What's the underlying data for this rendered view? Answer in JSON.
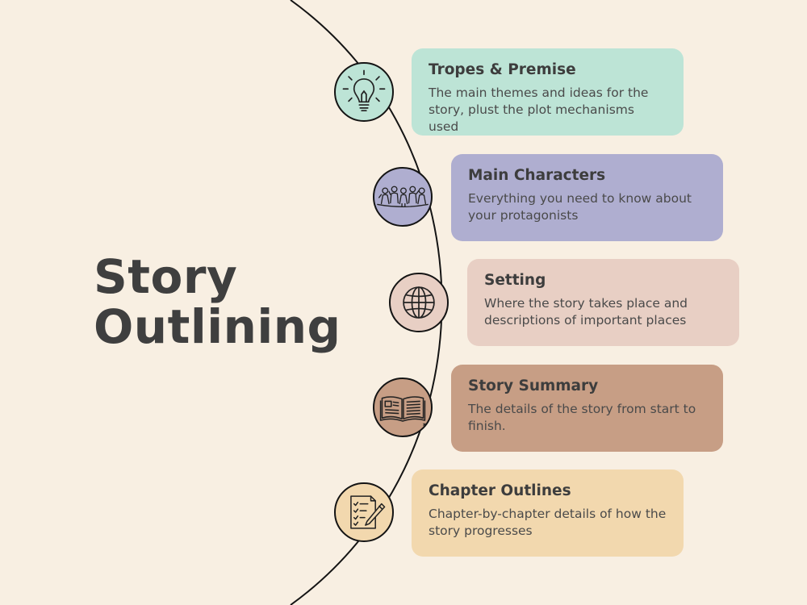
{
  "title": {
    "line1": "Story",
    "line2": "Outlining"
  },
  "colors": {
    "background": "#f8efe2",
    "arc": "#141414",
    "text": "#3f3f3f"
  },
  "steps": [
    {
      "title": "Tropes & Premise",
      "description": "The main themes and ideas for the story, plust the plot mechanisms used",
      "icon": "lightbulb-icon",
      "color": "#bde4d6"
    },
    {
      "title": "Main Characters",
      "description": "Everything you need to know about your protagonists",
      "icon": "people-group-icon",
      "color": "#afaed0"
    },
    {
      "title": "Setting",
      "description": "Where the story takes place and descriptions of important places",
      "icon": "globe-icon",
      "color": "#e8cfc4"
    },
    {
      "title": "Story Summary",
      "description": "The details of the story from start to finish.",
      "icon": "open-book-icon",
      "color": "#c79e85"
    },
    {
      "title": "Chapter Outlines",
      "description": "Chapter-by-chapter details of how the story progresses",
      "icon": "checklist-pen-icon",
      "color": "#f2d8ae"
    }
  ]
}
